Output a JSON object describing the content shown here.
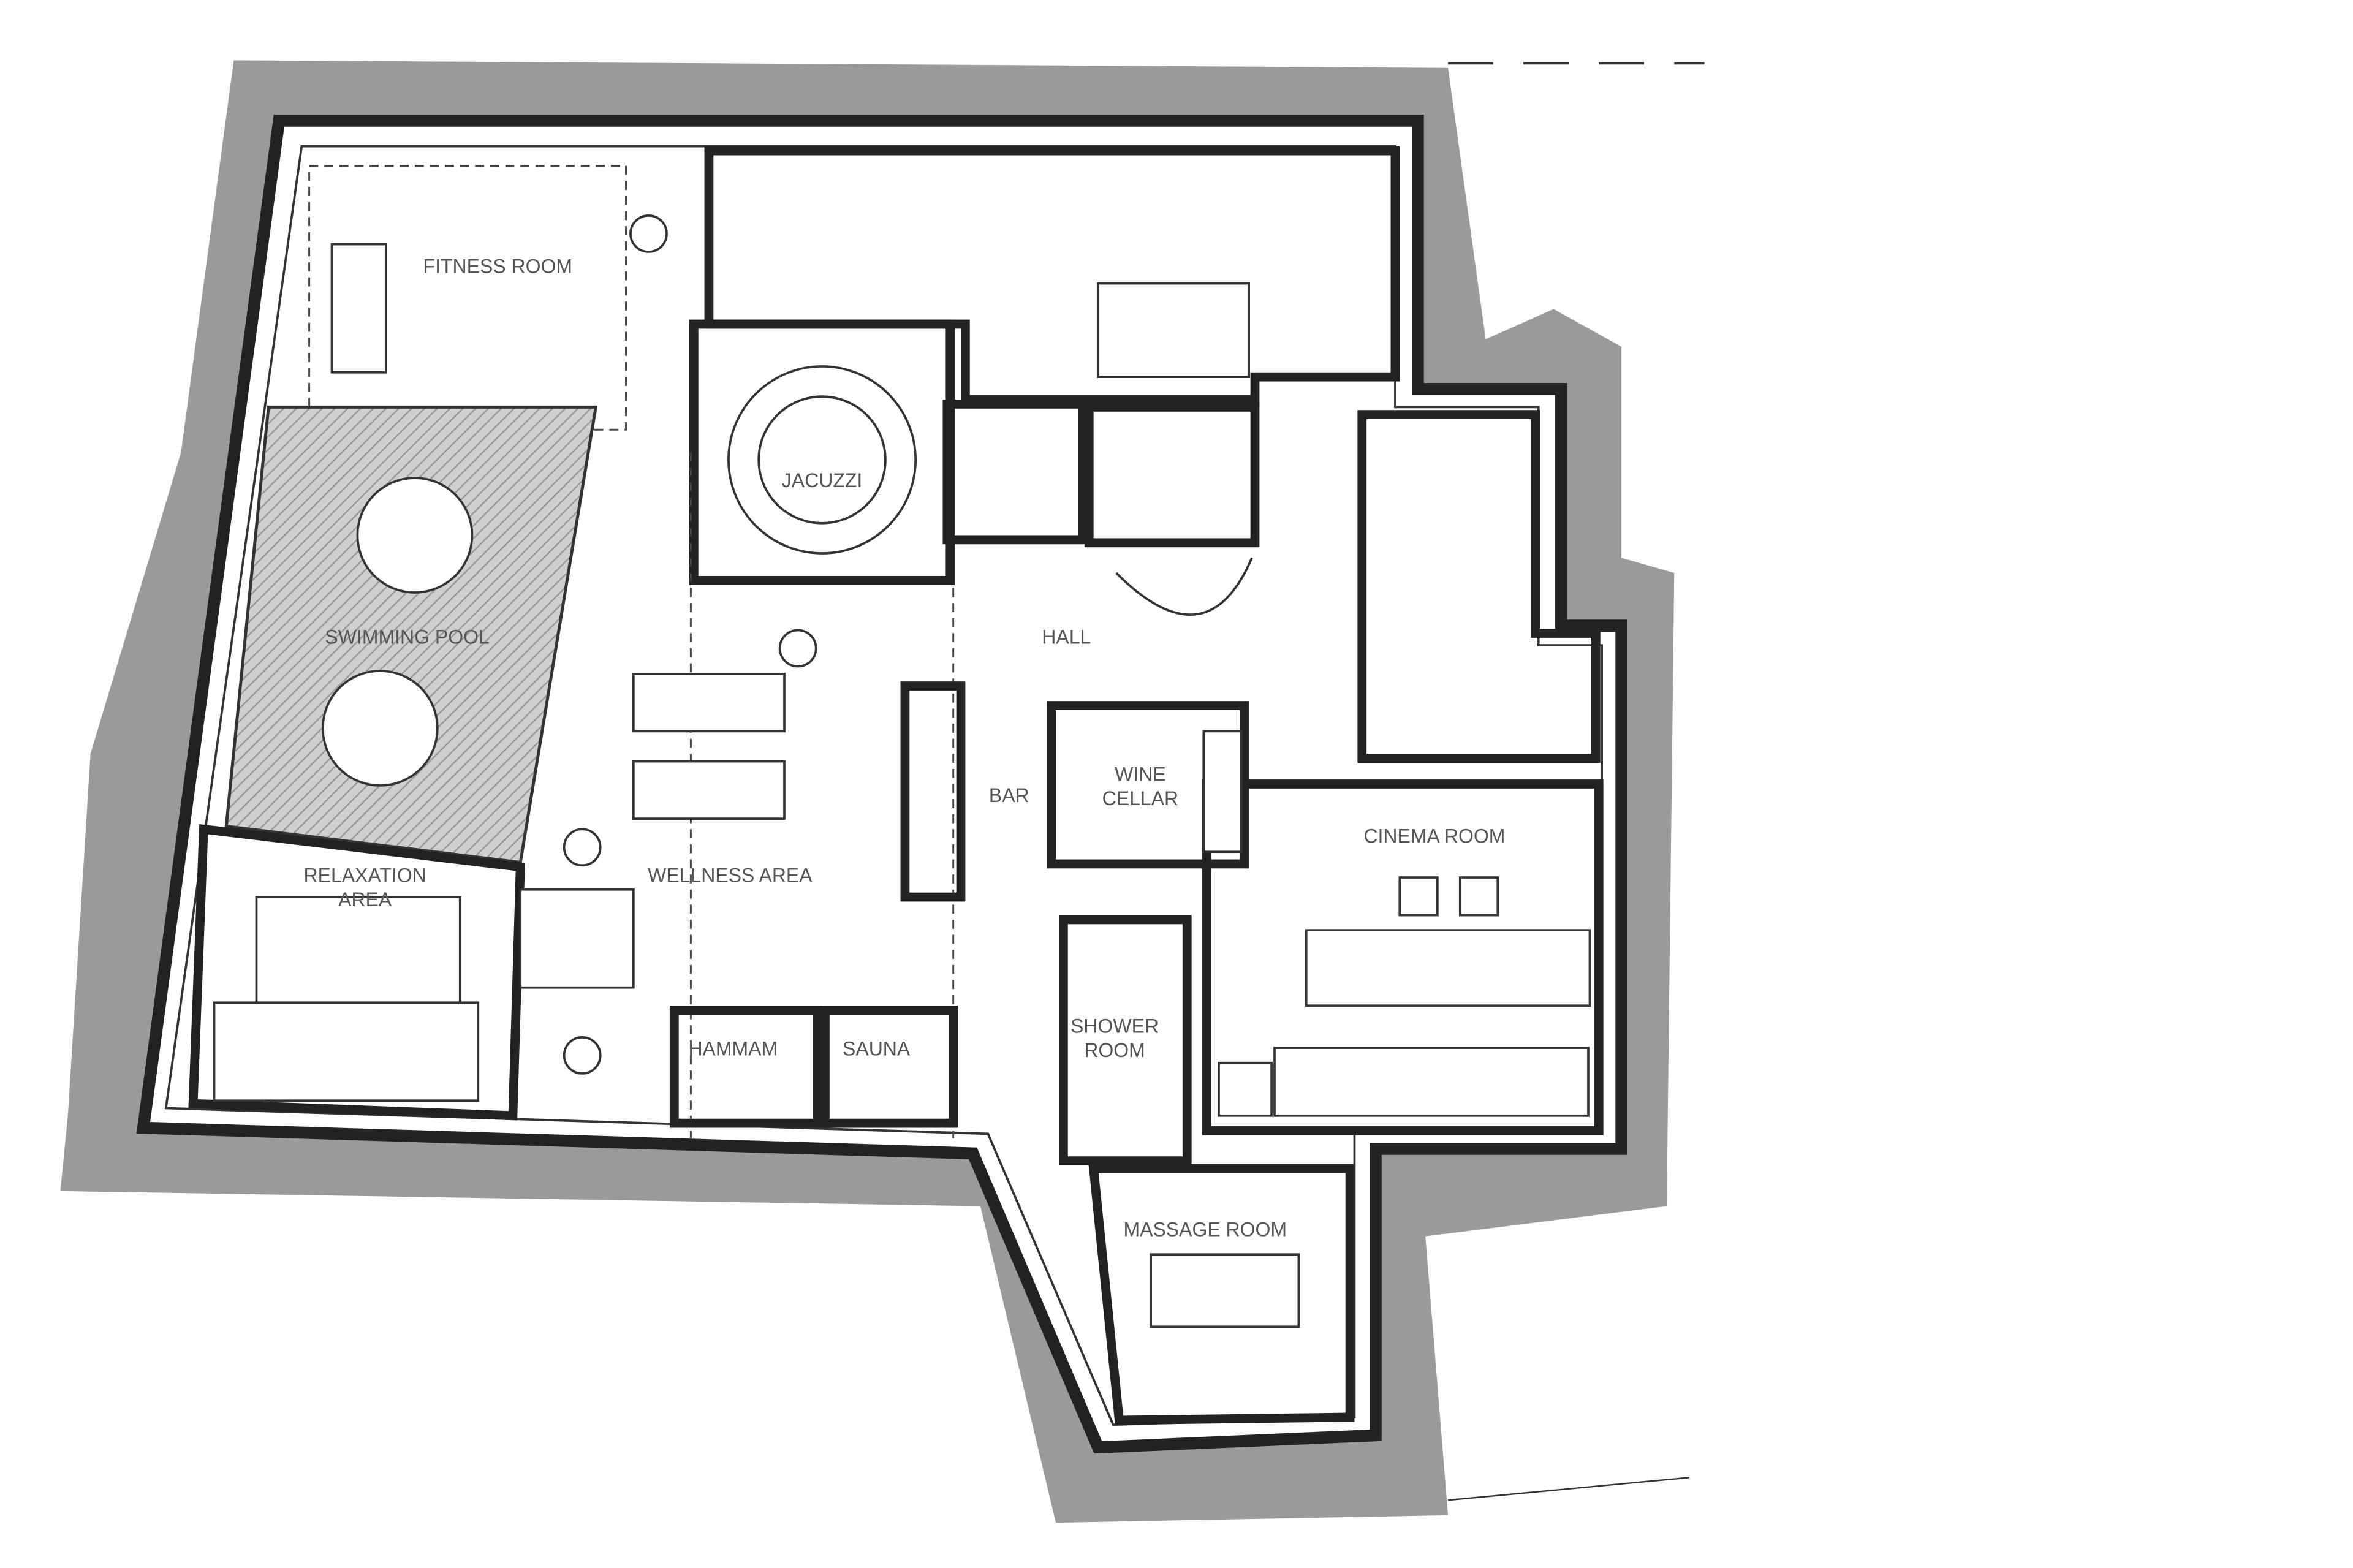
{
  "rooms": {
    "fitness": "FITNESS ROOM",
    "jacuzzi": "JACUZZI",
    "hall": "HALL",
    "swimming_pool": "SWIMMING POOL",
    "bar": "BAR",
    "wine_cellar_1": "WINE",
    "wine_cellar_2": "CELLAR",
    "cinema": "CINEMA ROOM",
    "relaxation_1": "RELAXATION",
    "relaxation_2": "AREA",
    "wellness": "WELLNESS AREA",
    "hammam": "HAMMAM",
    "sauna": "SAUNA",
    "shower_1": "SHOWER",
    "shower_2": "ROOM",
    "massage": "MASSAGE ROOM"
  },
  "colors": {
    "ground": "#9a9a9a",
    "wall": "#222222",
    "pool": "#c8c8c8"
  }
}
